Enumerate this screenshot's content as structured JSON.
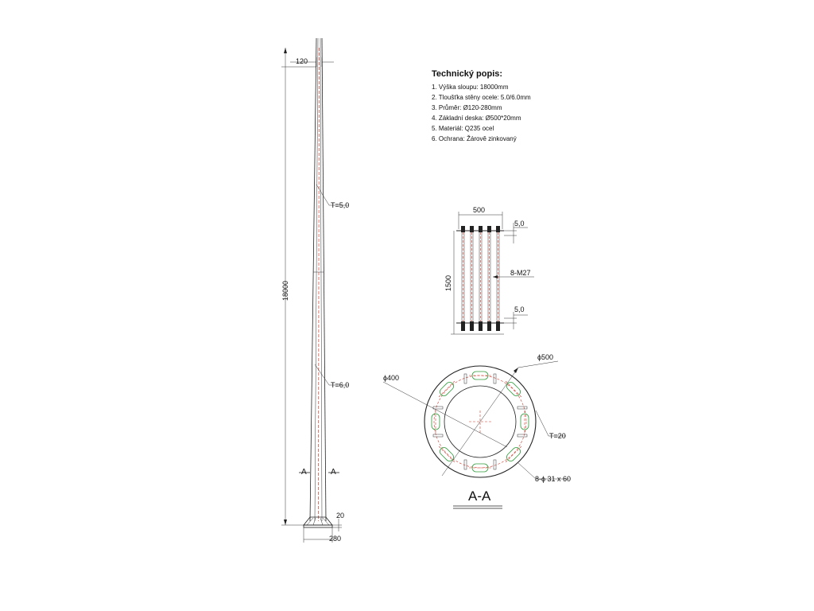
{
  "notes": {
    "title": "Technický popis:",
    "items": [
      "1.  Výška sloupu: 18000mm",
      "2.  Tloušťka stěny ocele: 5.0/6.0mm",
      "3.  Průměr: Ø120-280mm",
      "4.  Základní deska: Ø500*20mm",
      "5.  Materiál: Q235 ocel",
      "6.  Ochrana: Žárově zinkovaný"
    ]
  },
  "pole": {
    "top_width": "120",
    "height": "18000",
    "wall_upper": "T=5,0",
    "wall_lower": "T=6,0",
    "section_left": "A",
    "section_right": "A",
    "plate_thickness": "20",
    "base_width": "280"
  },
  "bolt": {
    "width": "500",
    "top_dim": "5,0",
    "length": "1500",
    "count_label": "8-M27",
    "bottom_dim": "5,0"
  },
  "plate": {
    "outer_dia": "ϕ500",
    "inner_dia": "ϕ400",
    "thickness": "T=20",
    "holes": "8-ϕ 31 x 60",
    "section_label": "A-A"
  }
}
